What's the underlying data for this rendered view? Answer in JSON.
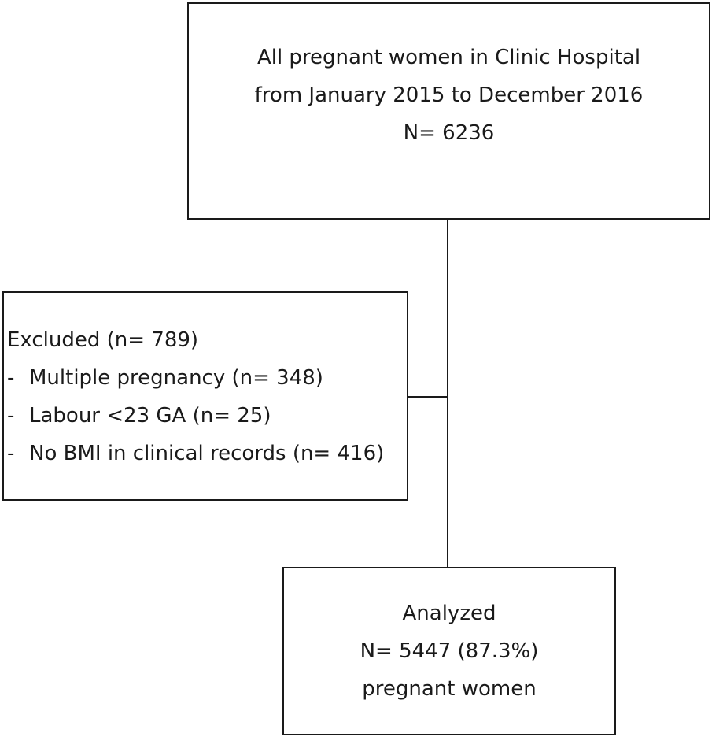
{
  "diagram": {
    "top_box": {
      "lines": [
        "All pregnant women in Clinic Hospital",
        "from January 2015 to December 2016",
        "N= 6236"
      ]
    },
    "excluded_box": {
      "title": "Excluded (n= 789)",
      "items": [
        {
          "bullet": "-",
          "text": "Multiple pregnancy (n= 348)"
        },
        {
          "bullet": "-",
          "text": "Labour <23 GA (n= 25)"
        },
        {
          "bullet": "-",
          "text": "No BMI in clinical records (n= 416)"
        }
      ]
    },
    "bottom_box": {
      "lines": [
        "Analyzed",
        "N= 5447 (87.3%)",
        "pregnant women"
      ]
    }
  }
}
